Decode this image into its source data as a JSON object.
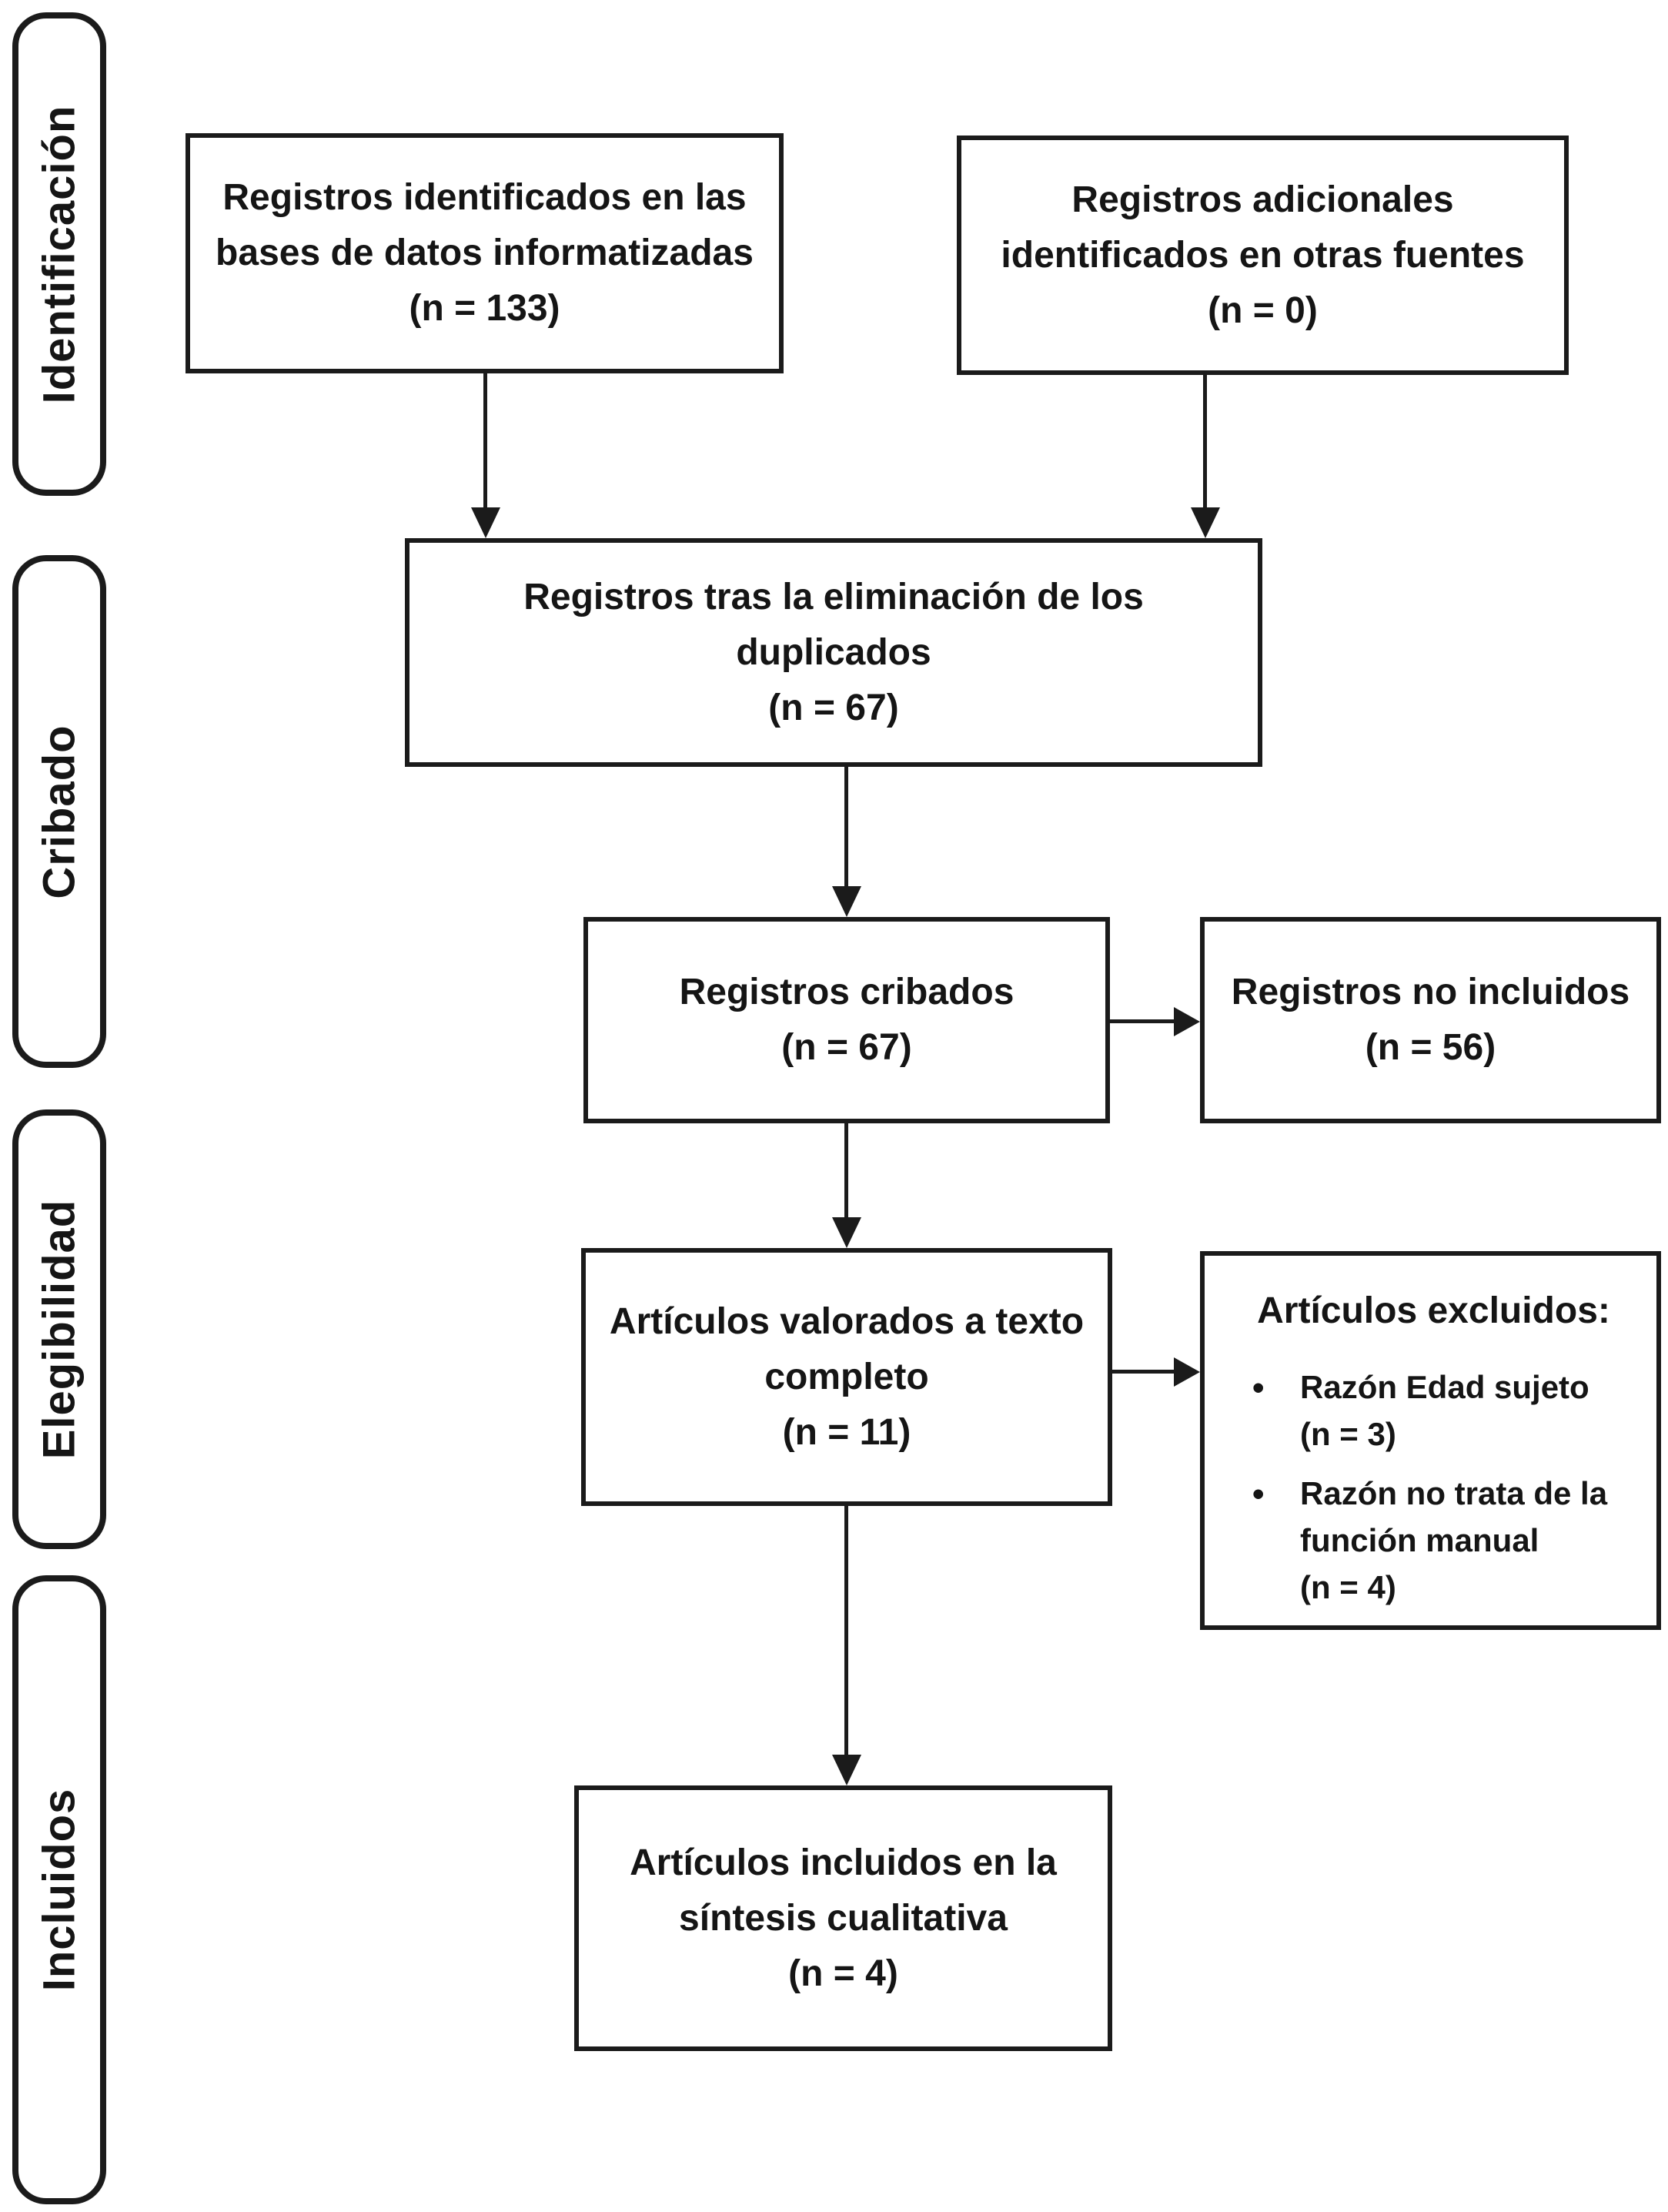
{
  "bullet": "•",
  "stages": [
    {
      "label": "Identificación"
    },
    {
      "label": "Cribado"
    },
    {
      "label": "Elegibilidad"
    },
    {
      "label": "Incluidos"
    }
  ],
  "boxes": [
    {
      "text": "Registros identificados en las\nbases de datos informatizadas\n(n = 133)"
    },
    {
      "text": "Registros adicionales\nidentificados en otras fuentes\n(n = 0)"
    },
    {
      "text": "Registros tras la eliminación de los\nduplicados\n(n = 67)"
    },
    {
      "text": "Registros cribados\n(n = 67)"
    },
    {
      "text": "Registros no incluidos\n(n = 56)"
    },
    {
      "text": "Artículos valorados a texto\ncompleto\n(n = 11)"
    },
    {
      "heading": "Artículos excluidos:",
      "bullets": [
        {
          "text": "Razón Edad sujeto\n(n = 3)"
        },
        {
          "text": "Razón no trata de la\nfunción manual\n(n = 4)"
        }
      ]
    },
    {
      "text": "Artículos incluidos en la\nsíntesis cualitativa\n(n = 4)"
    }
  ]
}
